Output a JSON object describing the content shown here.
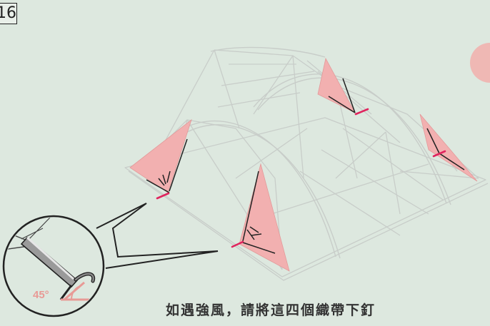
{
  "step": {
    "number": "16"
  },
  "caption": "如遇強風，請將這四個織帶下釘",
  "detail": {
    "angle_label": "45°"
  },
  "colors": {
    "background": "#dde8df",
    "tent_line": "#c8cdc9",
    "guy_panel": "#f2b0b0",
    "stake_mark": "#e0245e",
    "callout_outline": "#222222",
    "peg": "#555555"
  },
  "icons": {
    "tent": "tent-illustration",
    "magnifier": "magnified-stake-detail",
    "stake": "tent-stake-icon"
  }
}
